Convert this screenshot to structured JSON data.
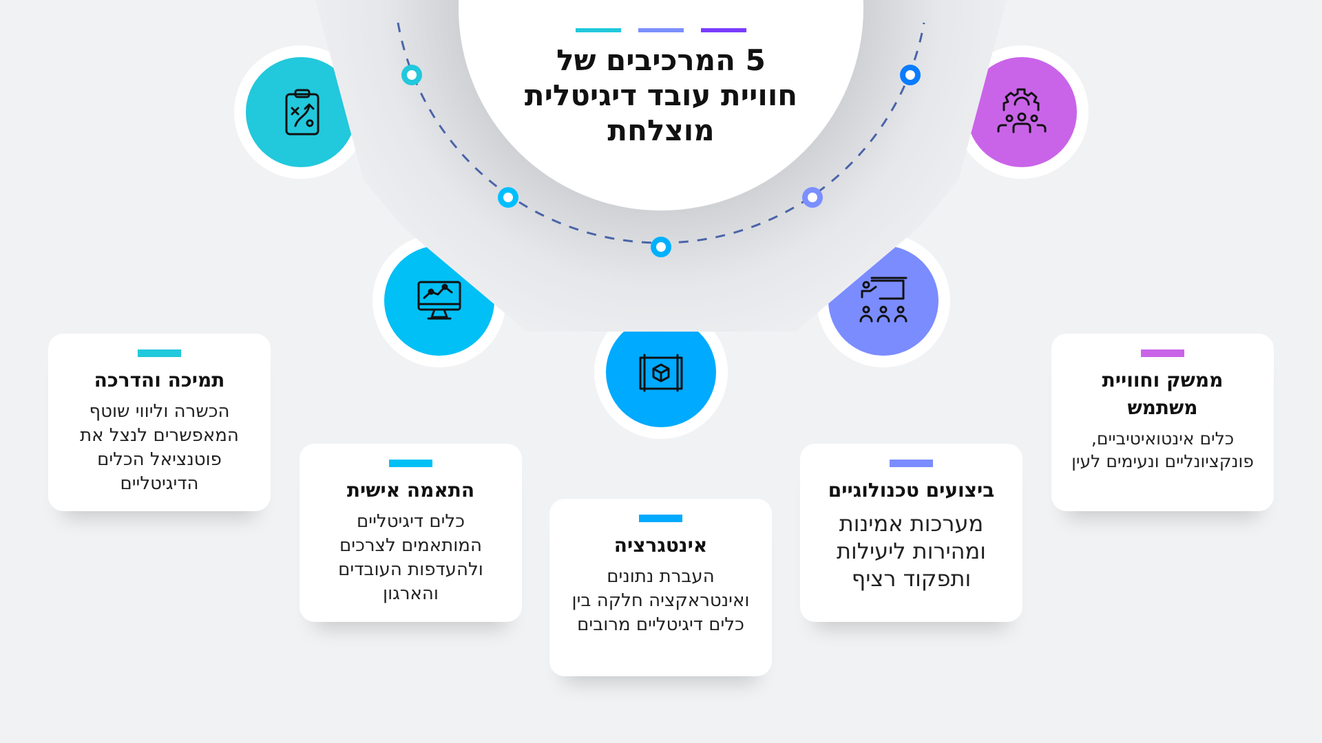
{
  "title": "5 המרכיבים של חוויית עובד דיגיטלית מוצלחת",
  "colors": {
    "teal": "#22c8dc",
    "sky": "#00c0f5",
    "blue": "#00aaff",
    "periwinkle": "#7b8cff",
    "purple": "#c964e8",
    "violet": "#7a3cff",
    "deep_blue": "#0a7cff",
    "arc": "#4a64a8"
  },
  "cards": [
    {
      "title": "תמיכה והדרכה",
      "body": "הכשרה וליווי שוטף המאפשרים לנצל את פוטנציאל הכלים הדיגיטליים",
      "icon": "clipboard-strategy-icon"
    },
    {
      "title": "התאמה אישית",
      "body": "כלים דיגיטליים המותאמים לצרכים ולהעדפות העובדים והארגון",
      "icon": "monitor-chart-icon"
    },
    {
      "title": "אינטגרציה",
      "body": "העברת נתונים ואינטראקציה חלקה בין כלים דיגיטליים מרובים",
      "icon": "blueprint-cube-icon"
    },
    {
      "title": "ביצועים טכנולוגיים",
      "body": "מערכות אמינות ומהירות ליעילות ותפקוד רציף",
      "icon": "presentation-team-icon"
    },
    {
      "title": "ממשק וחוויית משתמש",
      "body": "כלים אינטואיטיביים, פונקציונליים ונעימים לעין",
      "icon": "gear-team-icon"
    }
  ]
}
